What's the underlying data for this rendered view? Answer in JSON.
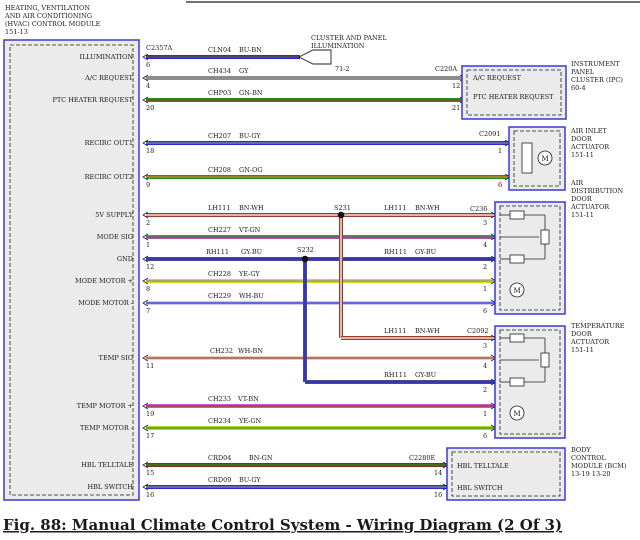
{
  "modules": {
    "hvac": {
      "title": [
        "HEATING, VENTILATION",
        "AND AIR CONDITIONING",
        "(HVAC) CONTROL MODULE",
        "151-13"
      ]
    },
    "ipc": {
      "title": [
        "INSTRUMENT",
        "PANEL",
        "CLUSTER (IPC)",
        "60-4"
      ],
      "connector": "C220A",
      "pins": [
        {
          "pin": "12",
          "label": "A/C REQUEST"
        },
        {
          "pin": "21",
          "label": "PTC HEATER REQUEST"
        }
      ]
    },
    "cluster": {
      "title": [
        "CLUSTER AND PANEL",
        "ILLUMINATION"
      ],
      "ref": "71-2"
    },
    "air_inlet": {
      "title": [
        "AIR INLET",
        "DOOR",
        "ACTUATOR",
        "151-11"
      ],
      "connector": "C2091"
    },
    "air_dist": {
      "title": [
        "AIR",
        "DISTRIBUTION",
        "DOOR",
        "ACTUATOR",
        "151-11"
      ],
      "connector": "C236"
    },
    "temp": {
      "title": [
        "TEMPERATURE",
        "DOOR",
        "ACTUATOR",
        "151-11"
      ],
      "connector": "C2092"
    },
    "bcm": {
      "title": [
        "BODY",
        "CONTROL",
        "MODULE (BCM)",
        "13-19  13-20"
      ],
      "connector": "C2280E",
      "pins": [
        {
          "pin": "14",
          "label": "HBL TELLTALE"
        },
        {
          "pin": "16",
          "label": "HBL SWITCH"
        }
      ]
    }
  },
  "hvac_connector": "C2357A",
  "splices": [
    "S231",
    "S232"
  ],
  "wires": [
    {
      "label": "ILLUMINATION",
      "pin": "6",
      "circuit": "CLN04",
      "color": "BU-BN",
      "rpin": "",
      "c1": "#2b2bd8",
      "c2": "#7a4b22"
    },
    {
      "label": "A/C REQUEST",
      "pin": "4",
      "circuit": "CH434",
      "color": "GY",
      "rpin": "12",
      "c1": "#8d8d8d",
      "c2": "#8d8d8d"
    },
    {
      "label": "PTC HEATER REQUEST",
      "pin": "20",
      "circuit": "CHP03",
      "color": "GN-BN",
      "rpin": "21",
      "c1": "#2e8b22",
      "c2": "#7a4b22"
    },
    {
      "label": "RECIRC OUT1",
      "pin": "18",
      "circuit": "CH207",
      "color": "BU-GY",
      "rpin": "1",
      "c1": "#2b2bd8",
      "c2": "#8d8d8d"
    },
    {
      "label": "RECIRC OUT2",
      "pin": "9",
      "circuit": "CH208",
      "color": "GN-OG",
      "rpin": "6",
      "c1": "#2e8b22",
      "c2": "#e08a1a"
    },
    {
      "label": "5V SUPPLY",
      "pin": "2",
      "circuit": "LH111",
      "color": "BN-WH",
      "rpin": "3",
      "c1": "#9b3b2a",
      "c2": "#ffffff"
    },
    {
      "label": "MODE SIG",
      "pin": "1",
      "circuit": "CH227",
      "color": "VT-GN",
      "rpin": "4",
      "c1": "#b04fae",
      "c2": "#2e8b22"
    },
    {
      "label": "GND",
      "pin": "12",
      "circuit": "RH111",
      "color": "GY-BU",
      "rpin": "2",
      "c1": "#4a4a8a",
      "c2": "#2b2bd8"
    },
    {
      "label": "MODE MOTOR +",
      "pin": "8",
      "circuit": "CH228",
      "color": "YE-GY",
      "rpin": "1",
      "c1": "#d8d820",
      "c2": "#8d8d8d"
    },
    {
      "label": "MODE MOTOR -",
      "pin": "7",
      "circuit": "CH229",
      "color": "WH-BU",
      "rpin": "6",
      "c1": "#c8c8f0",
      "c2": "#2b2bd8"
    },
    {
      "label": "TEMP SIG",
      "pin": "11",
      "circuit": "CH232",
      "color": "WH-BN",
      "rpin": "4",
      "c1": "#e6d0c0",
      "c2": "#9b3b2a"
    },
    {
      "label": "TEMP MOTOR +",
      "pin": "19",
      "circuit": "CH233",
      "color": "VT-BN",
      "rpin": "1",
      "c1": "#d455c8",
      "c2": "#7a4b22"
    },
    {
      "label": "TEMP MOTOR -",
      "pin": "17",
      "circuit": "CH234",
      "color": "YE-GN",
      "rpin": "6",
      "c1": "#b8d82a",
      "c2": "#2e8b22"
    },
    {
      "label": "HBL TELLTALE",
      "pin": "15",
      "circuit": "CRD04",
      "color": "BN-GN",
      "rpin": "14",
      "c1": "#6a3a1a",
      "c2": "#2e8b22"
    },
    {
      "label": "HBL SWITCH",
      "pin": "16",
      "circuit": "CRD09",
      "color": "BU-GY",
      "rpin": "16",
      "c1": "#2b2bd8",
      "c2": "#8d8d8d"
    }
  ],
  "branches": [
    {
      "circuit": "LH111",
      "color": "BN-WH",
      "rpin": "3"
    },
    {
      "circuit": "RH111",
      "color": "GY-BU",
      "rpin": "2"
    }
  ],
  "caption": "Fig. 88: Manual Climate Control System - Wiring Diagram (2 Of 3)"
}
